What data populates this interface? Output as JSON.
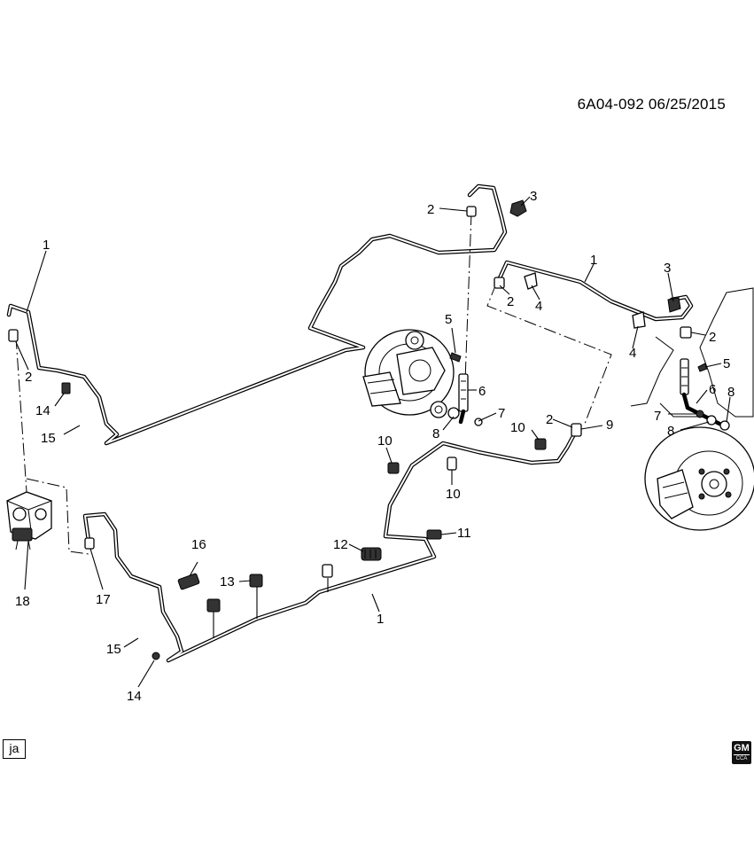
{
  "header": {
    "document_id": "6A04-092  06/25/2015"
  },
  "footer": {
    "language_code": "ja",
    "brand_logo_text": "GM",
    "brand_logo_subtext": "CCA"
  },
  "callouts": {
    "c1a": "1",
    "c1b": "1",
    "c1c": "1",
    "c2a": "2",
    "c2b": "2",
    "c2c": "2",
    "c2d": "2",
    "c2e": "2",
    "c3a": "3",
    "c3b": "3",
    "c4a": "4",
    "c4b": "4",
    "c5a": "5",
    "c5b": "5",
    "c6a": "6",
    "c6b": "6",
    "c7a": "7",
    "c7b": "7",
    "c8a": "8",
    "c8b": "8",
    "c8c": "8",
    "c9": "9",
    "c10a": "10",
    "c10b": "10",
    "c10c": "10",
    "c11": "11",
    "c12": "12",
    "c13": "13",
    "c14a": "14",
    "c14b": "14",
    "c15a": "15",
    "c15b": "15",
    "c16": "16",
    "c17": "17",
    "c18": "18"
  }
}
